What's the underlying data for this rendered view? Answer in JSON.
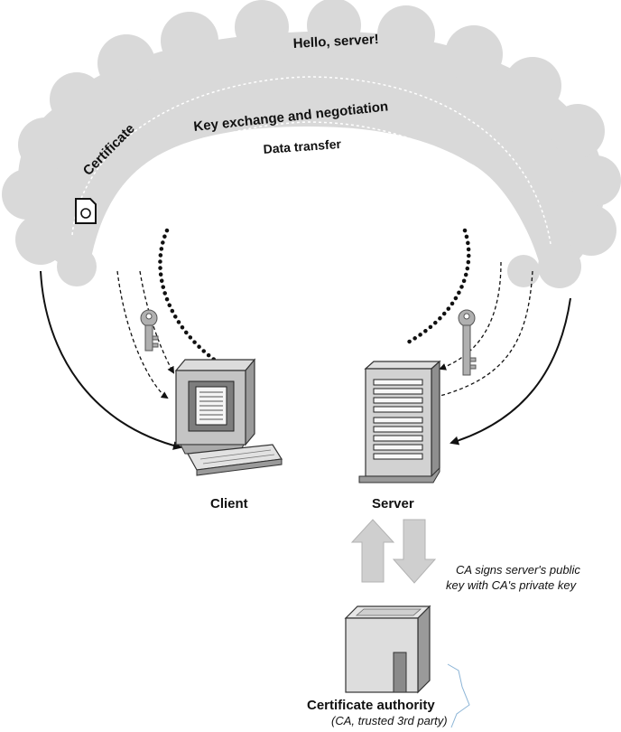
{
  "labels": {
    "hello": "Hello, server!",
    "key_exchange": "Key exchange and negotiation",
    "data_transfer": "Data transfer",
    "certificate": "Certificate",
    "client": "Client",
    "server": "Server",
    "ca_sign_line1": "CA signs server's public",
    "ca_sign_line2": "key with CA's private key",
    "ca_title": "Certificate authority",
    "ca_subtitle": "(CA, trusted 3rd party)"
  },
  "icons": {
    "certificate": "certificate-document-icon",
    "key_left": "key-icon",
    "key_right": "key-icon",
    "client": "desktop-computer-icon",
    "server": "server-tower-icon",
    "ca": "building-icon"
  },
  "colors": {
    "cloud": "#d9d9d9",
    "line": "#111111",
    "device": "#bfbfbf",
    "arrow_gray": "#cfcfcf"
  }
}
